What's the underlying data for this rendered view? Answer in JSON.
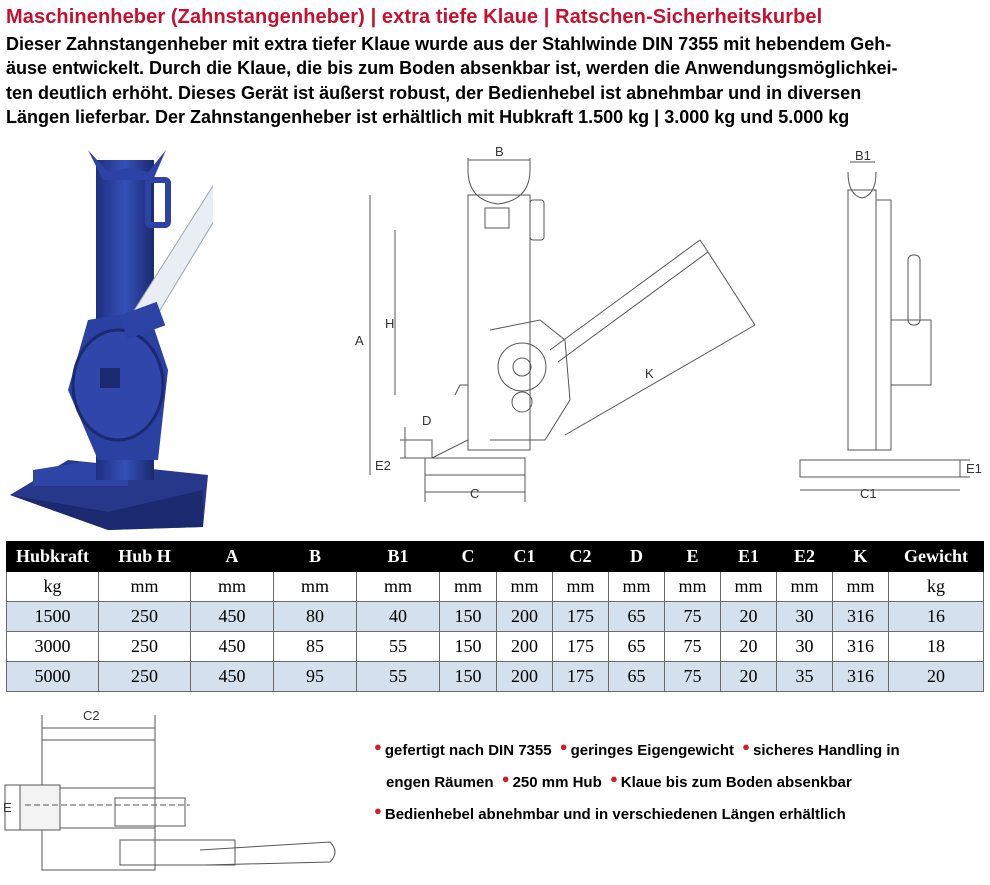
{
  "header": {
    "title": "Maschinenheber (Zahnstangenheber) | extra tiefe Klaue |  Ratschen-Sicherheitskurbel",
    "intro_lines": [
      "Dieser Zahnstangenheber mit extra tiefer Klaue wurde aus der Stahlwinde DIN 7355 mit hebendem Geh-",
      "äuse entwickelt. Durch die Klaue, die bis zum Boden absenkbar ist, werden die Anwendungsmöglichkei-",
      "ten deutlich erhöht. Dieses Gerät ist äußerst robust, der Bedienhebel ist abnehmbar und in diversen",
      "Längen lieferbar. Der Zahnstangenheber ist erhältlich mit Hubkraft 1.500 kg | 3.000 kg und 5.000 kg"
    ]
  },
  "drawing_labels": {
    "side": {
      "b": "B",
      "a": "A",
      "h": "H",
      "k": "K",
      "d": "D",
      "e2": "E2",
      "c": "C"
    },
    "front": {
      "b1": "B1",
      "e1": "E1",
      "c1": "C1"
    },
    "top": {
      "c2": "C2",
      "e": "E"
    }
  },
  "colors": {
    "title": "#c8102e",
    "jack_blue": "#2a3f9a",
    "row_tint": "#d5e0ef",
    "bullet": "#d0202a"
  },
  "table": {
    "headers": [
      "Hubkraft",
      "Hub H",
      "A",
      "B",
      "B1",
      "C",
      "C1",
      "C2",
      "D",
      "E",
      "E1",
      "E2",
      "K",
      "Gewicht"
    ],
    "units": [
      "kg",
      "mm",
      "mm",
      "mm",
      "mm",
      "mm",
      "mm",
      "mm",
      "mm",
      "mm",
      "mm",
      "mm",
      "mm",
      "kg"
    ],
    "rows": [
      [
        "1500",
        "250",
        "450",
        "80",
        "40",
        "150",
        "200",
        "175",
        "65",
        "75",
        "20",
        "30",
        "316",
        "16"
      ],
      [
        "3000",
        "250",
        "450",
        "85",
        "55",
        "150",
        "200",
        "175",
        "65",
        "75",
        "20",
        "30",
        "316",
        "18"
      ],
      [
        "5000",
        "250",
        "450",
        "95",
        "55",
        "150",
        "200",
        "175",
        "65",
        "75",
        "20",
        "35",
        "316",
        "20"
      ]
    ]
  },
  "features": [
    "gefertigt nach DIN 7355",
    "geringes Eigengewicht",
    "sicheres Handling in",
    "engen Räumen",
    "250 mm Hub",
    "Klaue bis zum Boden absenkbar",
    "Bedienhebel abnehmbar und in verschiedenen Längen erhältlich"
  ]
}
